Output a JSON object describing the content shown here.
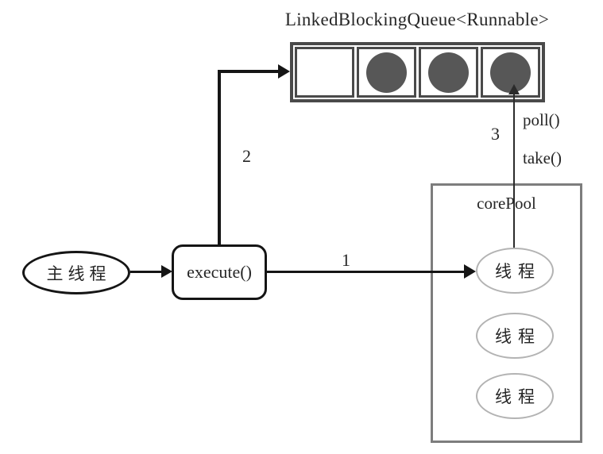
{
  "queue": {
    "title": "LinkedBlockingQueue<Runnable>",
    "cells": [
      "empty",
      "task",
      "task",
      "task"
    ]
  },
  "nodes": {
    "main_thread": "主线程",
    "execute": "execute()",
    "core_pool": "corePool",
    "threads": [
      "线程",
      "线程",
      "线程"
    ]
  },
  "edge_labels": {
    "edge1": "1",
    "edge2": "2",
    "edge3": "3",
    "poll": "poll()",
    "take": "take()"
  },
  "colors": {
    "queue_border": "#4a4a4a",
    "task_fill": "#575757",
    "pool_border": "#7d7d7d",
    "thread_border": "#b3b3b3",
    "ink": "#262626"
  }
}
